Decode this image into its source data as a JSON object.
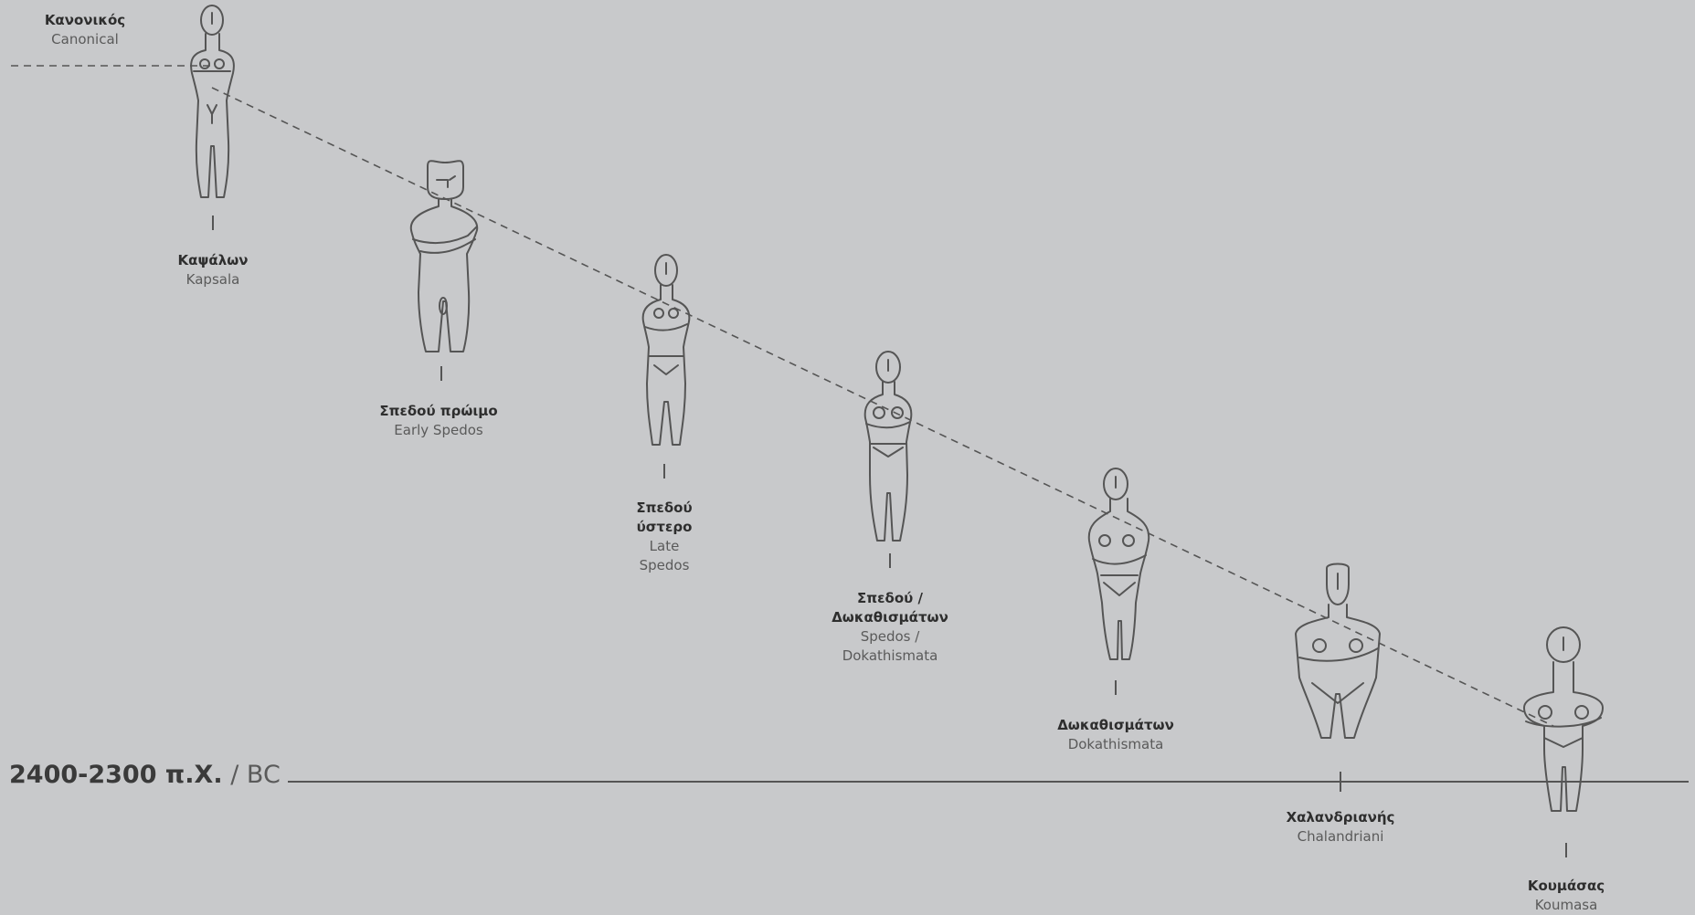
{
  "canonical": {
    "greek": "Κανονικός",
    "english": "Canonical"
  },
  "timeline": {
    "date": "2400-2300 π.Χ.",
    "separator": "/",
    "unit": "BC"
  },
  "figures": [
    {
      "id": "kapsala",
      "greek": [
        "Καψάλων"
      ],
      "english": [
        "Kapsala"
      ]
    },
    {
      "id": "early-spedos",
      "greek": [
        "Σπεδού πρώιμο"
      ],
      "english": [
        "Early Spedos"
      ]
    },
    {
      "id": "late-spedos",
      "greek": [
        "Σπεδού",
        "ύστερο"
      ],
      "english": [
        "Late",
        "Spedos"
      ]
    },
    {
      "id": "spedos-dokathismata",
      "greek": [
        "Σπεδού /",
        "Δωκαθισμάτων"
      ],
      "english": [
        "Spedos /",
        "Dokathismata"
      ]
    },
    {
      "id": "dokathismata",
      "greek": [
        "Δωκαθισμάτων"
      ],
      "english": [
        "Dokathismata"
      ]
    },
    {
      "id": "chalandriani",
      "greek": [
        "Χαλανδριανής"
      ],
      "english": [
        "Chalandriani"
      ]
    },
    {
      "id": "koumasa",
      "greek": [
        "Κουμάσας"
      ],
      "english": [
        "Koumasa"
      ]
    }
  ],
  "colors": {
    "background": "#c8c9cb",
    "line": "#555555",
    "figure": "#555555",
    "text": "#2f2f2f"
  }
}
